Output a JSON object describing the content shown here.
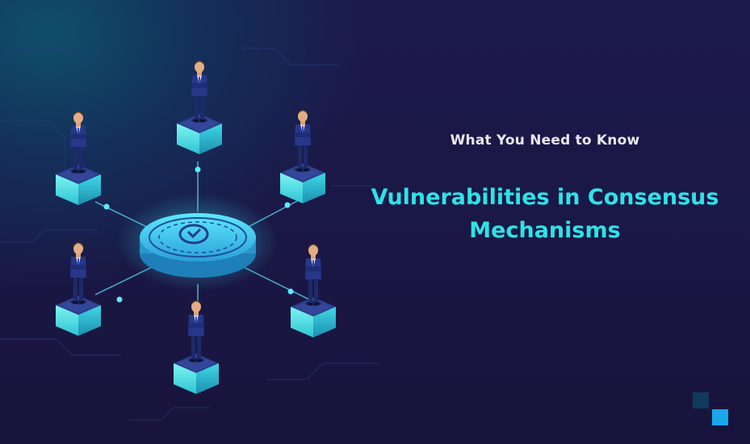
{
  "banner": {
    "subtitle": "What You Need to Know",
    "title_line_1": "Vulnerabilities in Consensus",
    "title_line_2": "Mechanisms"
  },
  "illustration": {
    "hub_icon": "check-shield-coin-icon",
    "node_count": 6,
    "node_icon": "businessman-on-cube-icon"
  },
  "colors": {
    "background": "#1a1744",
    "accent_cyan": "#2ee3e6",
    "subtitle_text": "#e8e8f0",
    "logo_dark": "#0f3a5e",
    "logo_bright": "#19a8e8"
  }
}
